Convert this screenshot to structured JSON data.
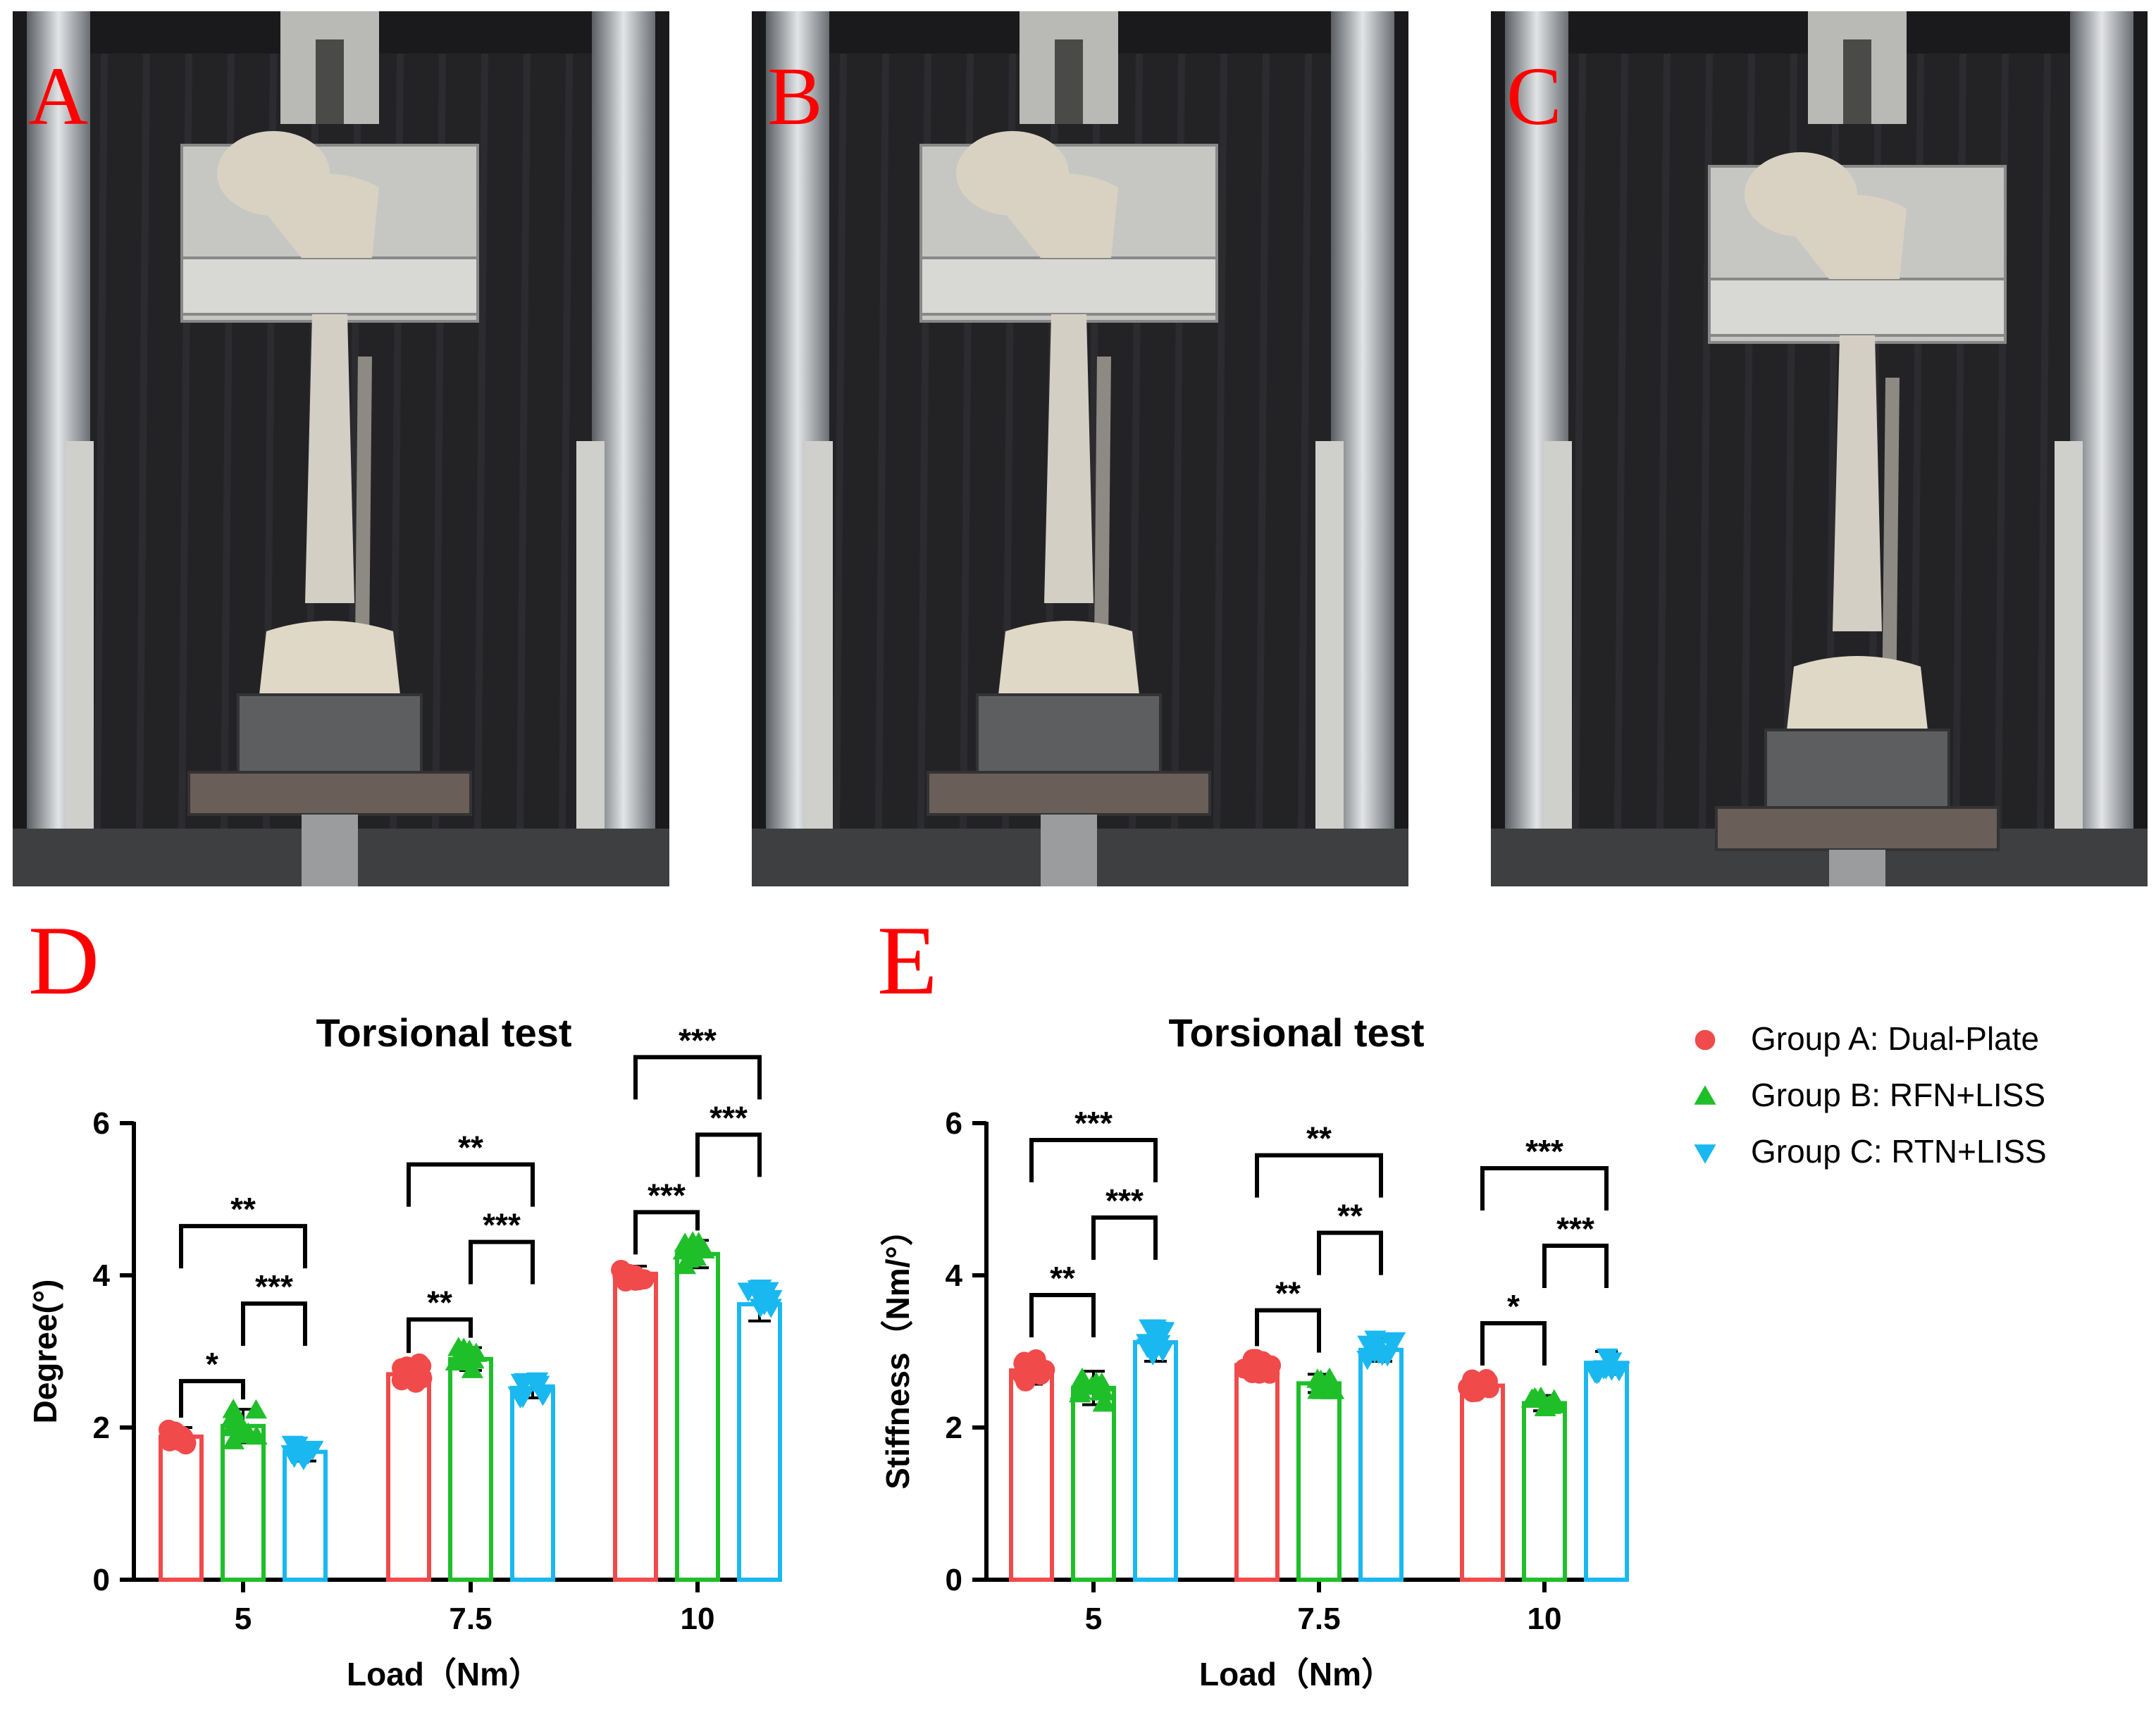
{
  "panels": {
    "photo_labels": [
      "A",
      "B",
      "C"
    ],
    "chart_labels": [
      "D",
      "E"
    ]
  },
  "legend": {
    "items": [
      {
        "label": "Group A: Dual-Plate",
        "color": "#f04a4a",
        "marker": "circle"
      },
      {
        "label": "Group B: RFN+LISS",
        "color": "#1fbf2a",
        "marker": "triangle-up"
      },
      {
        "label": "Group C: RTN+LISS",
        "color": "#1ab8f0",
        "marker": "triangle-down"
      }
    ]
  },
  "colors": {
    "groupA": "#f04a4a",
    "groupB": "#1fbf2a",
    "groupC": "#1ab8f0"
  },
  "chart_data": [
    {
      "type": "bar",
      "panel": "D",
      "title": "Torsional test",
      "xlabel": "Load（Nm）",
      "ylabel": "Degree(°)",
      "ylim": [
        0,
        6
      ],
      "yticks": [
        "0",
        "2",
        "4",
        "6"
      ],
      "categories": [
        "5",
        "7.5",
        "10"
      ],
      "series": [
        {
          "name": "Group A: Dual-Plate",
          "values": [
            1.88,
            2.7,
            4.02
          ],
          "errors": [
            0.12,
            0.15,
            0.1
          ]
        },
        {
          "name": "Group B: RFN+LISS",
          "values": [
            2.02,
            2.9,
            4.28
          ],
          "errors": [
            0.22,
            0.15,
            0.18
          ]
        },
        {
          "name": "Group C: RTN+LISS",
          "values": [
            1.68,
            2.52,
            3.62
          ],
          "errors": [
            0.12,
            0.13,
            0.22
          ]
        }
      ],
      "significance": [
        {
          "category": "5",
          "from": 0,
          "to": 1,
          "label": "*"
        },
        {
          "category": "5",
          "from": 1,
          "to": 2,
          "label": "***"
        },
        {
          "category": "5",
          "from": 0,
          "to": 2,
          "label": "**"
        },
        {
          "category": "7.5",
          "from": 0,
          "to": 1,
          "label": "**"
        },
        {
          "category": "7.5",
          "from": 1,
          "to": 2,
          "label": "***"
        },
        {
          "category": "7.5",
          "from": 0,
          "to": 2,
          "label": "**"
        },
        {
          "category": "10",
          "from": 0,
          "to": 1,
          "label": "***"
        },
        {
          "category": "10",
          "from": 1,
          "to": 2,
          "label": "***"
        },
        {
          "category": "10",
          "from": 0,
          "to": 2,
          "label": "***"
        }
      ]
    },
    {
      "type": "bar",
      "panel": "E",
      "title": "Torsional test",
      "xlabel": "Load（Nm）",
      "ylabel": "Stiffness（Nm/°）",
      "ylim": [
        0,
        6
      ],
      "yticks": [
        "0",
        "2",
        "4",
        "6"
      ],
      "categories": [
        "5",
        "7.5",
        "10"
      ],
      "series": [
        {
          "name": "Group A: Dual-Plate",
          "values": [
            2.75,
            2.82,
            2.55
          ],
          "errors": [
            0.18,
            0.12,
            0.1
          ]
        },
        {
          "name": "Group B: RFN+LISS",
          "values": [
            2.52,
            2.58,
            2.32
          ],
          "errors": [
            0.22,
            0.12,
            0.1
          ]
        },
        {
          "name": "Group C: RTN+LISS",
          "values": [
            3.12,
            3.02,
            2.85
          ],
          "errors": [
            0.25,
            0.15,
            0.15
          ]
        }
      ],
      "significance": [
        {
          "category": "5",
          "from": 0,
          "to": 1,
          "label": "**"
        },
        {
          "category": "5",
          "from": 1,
          "to": 2,
          "label": "***"
        },
        {
          "category": "5",
          "from": 0,
          "to": 2,
          "label": "***"
        },
        {
          "category": "7.5",
          "from": 0,
          "to": 1,
          "label": "**"
        },
        {
          "category": "7.5",
          "from": 1,
          "to": 2,
          "label": "**"
        },
        {
          "category": "7.5",
          "from": 0,
          "to": 2,
          "label": "**"
        },
        {
          "category": "10",
          "from": 0,
          "to": 1,
          "label": "*"
        },
        {
          "category": "10",
          "from": 1,
          "to": 2,
          "label": "***"
        },
        {
          "category": "10",
          "from": 0,
          "to": 2,
          "label": "***"
        }
      ]
    }
  ]
}
